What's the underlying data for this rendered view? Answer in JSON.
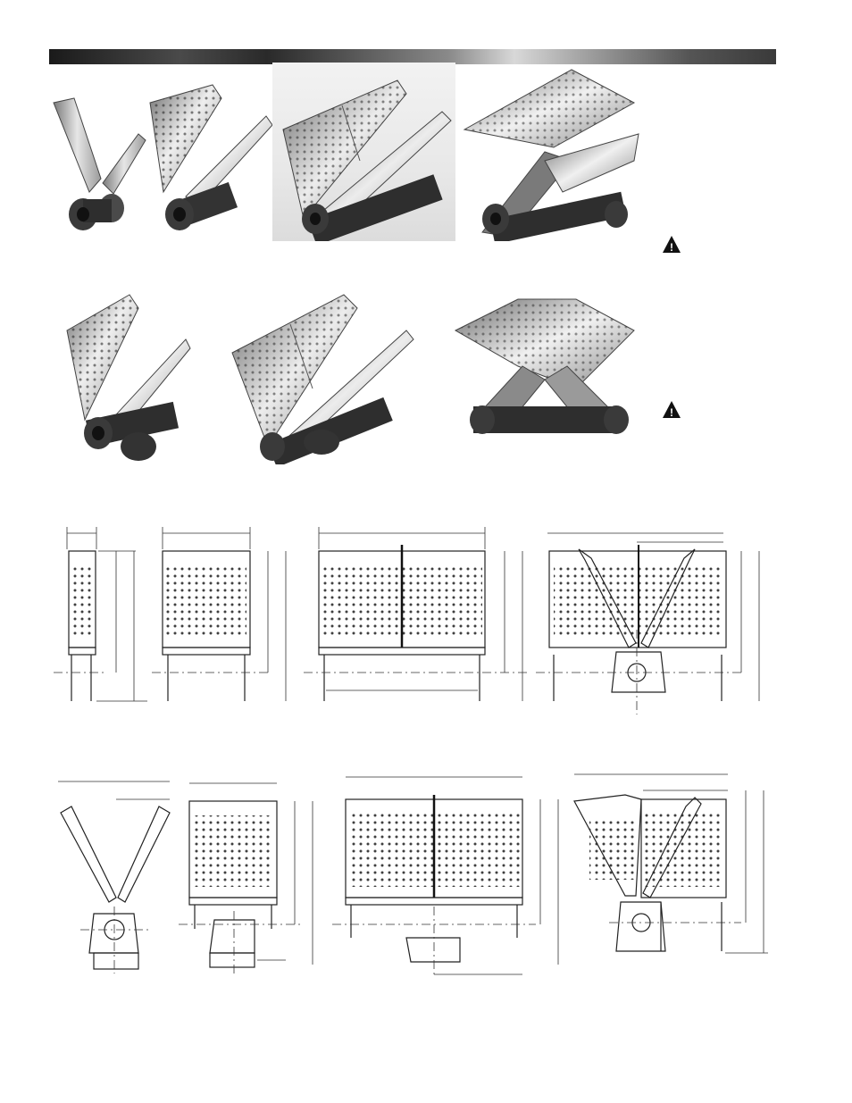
{
  "header": {
    "bar_colors": [
      "#1a1a1a",
      "#d8d8d8",
      "#3a3a3a"
    ]
  },
  "renders": {
    "row1": [
      {
        "id": "pipe-burner-narrow",
        "style": "v-burner"
      },
      {
        "id": "pipe-burner-single",
        "style": "v-burner"
      },
      {
        "id": "pipe-burner-double",
        "style": "v-burner"
      },
      {
        "id": "pipe-burner-corner",
        "style": "v-burner"
      }
    ],
    "row2": [
      {
        "id": "tee-burner-single",
        "style": "v-burner"
      },
      {
        "id": "tee-burner-double",
        "style": "v-burner"
      },
      {
        "id": "corner-burner-tee",
        "style": "v-burner"
      }
    ]
  },
  "warnings": [
    {
      "icon": "warning-triangle-icon",
      "symbol": "!"
    },
    {
      "icon": "warning-triangle-icon",
      "symbol": "!"
    }
  ],
  "drawings": {
    "row1_count": 4,
    "row2_count": 4
  }
}
